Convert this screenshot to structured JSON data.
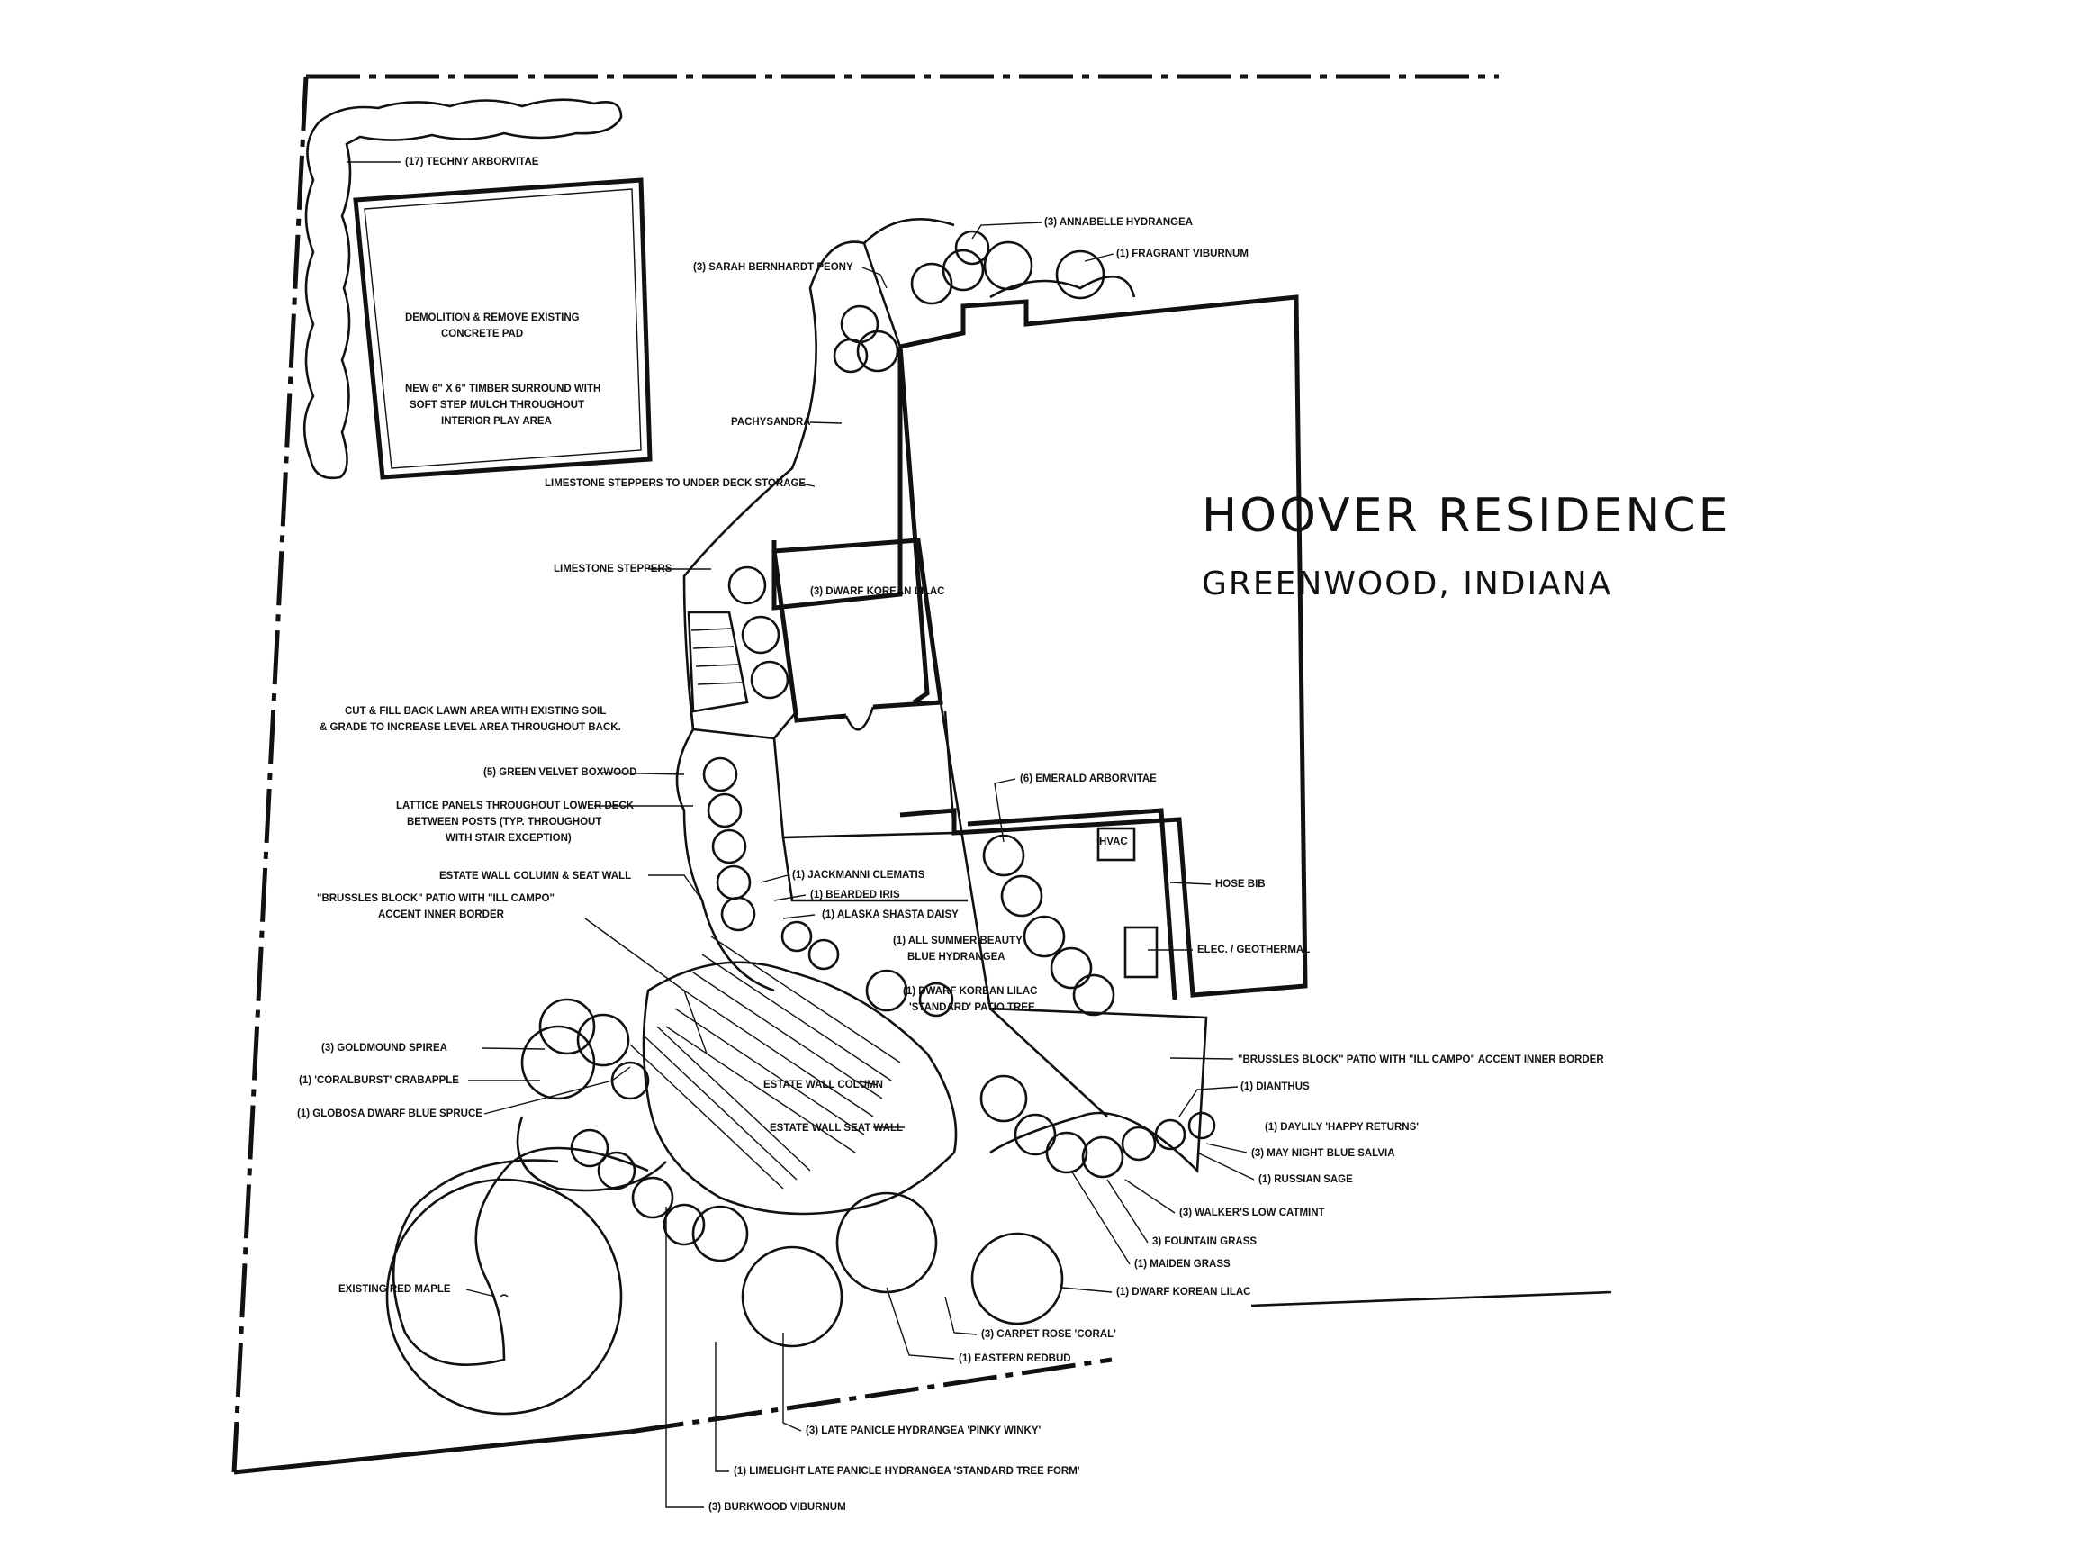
{
  "title": "HOOVER RESIDENCE",
  "subtitle": "GREENWOOD, INDIANA",
  "labels": {
    "techny": "(17) TECHNY ARBORVITAE",
    "demo1": "DEMOLITION & REMOVE EXISTING",
    "demo2": "CONCRETE PAD",
    "timber1": "NEW 6\" X 6\" TIMBER SURROUND WITH",
    "timber2": "SOFT STEP MULCH THROUGHOUT",
    "timber3": "INTERIOR PLAY AREA",
    "annabelle": "(3) ANNABELLE HYDRANGEA",
    "viburnum": "(1) FRAGRANT VIBURNUM",
    "peony": "(3) SARAH BERNHARDT PEONY",
    "pachysandra": "PACHYSANDRA",
    "steppers_deck": "LIMESTONE STEPPERS TO UNDER DECK STORAGE",
    "steppers": "LIMESTONE STEPPERS",
    "lilac_top": "(3) DWARF KOREAN LILAC",
    "cut1": "CUT & FILL BACK LAWN AREA WITH EXISTING SOIL",
    "cut2": "& GRADE TO INCREASE LEVEL AREA THROUGHOUT BACK.",
    "boxwood": "(5) GREEN VELVET BOXWOOD",
    "lattice1": "LATTICE PANELS THROUGHOUT LOWER DECK",
    "lattice2": "BETWEEN POSTS (TYP. THROUGHOUT",
    "lattice3": "WITH STAIR EXCEPTION)",
    "estate_col_seat": "ESTATE WALL COLUMN & SEAT WALL",
    "brussels1": "\"BRUSSLES BLOCK\" PATIO WITH \"ILL CAMPO\"",
    "brussels2": "ACCENT INNER BORDER",
    "clematis": "(1) JACKMANNI CLEMATIS",
    "iris": "(1) BEARDED IRIS",
    "daisy": "(1) ALASKA SHASTA DAISY",
    "allsummer1": "(1) ALL SUMMER BEAUTY",
    "allsummer2": "BLUE HYDRANGEA",
    "lilac_std1": "(1) DWARF KOREAN LILAC",
    "lilac_std2": "'STANDARD' PATIO TREE",
    "emerald": "(6) EMERALD ARBORVITAE",
    "hvac": "HVAC",
    "hosebib": "HOSE BIB",
    "elec": "ELEC. / GEOTHERMAL",
    "brussels_right": "\"BRUSSLES BLOCK\" PATIO WITH \"ILL CAMPO\" ACCENT INNER BORDER",
    "goldmound": "(3) GOLDMOUND SPIREA",
    "crabapple": "(1) 'CORALBURST' CRABAPPLE",
    "spruce": "(1) GLOBOSA DWARF BLUE SPRUCE",
    "estate_col": "ESTATE WALL COLUMN",
    "estate_seat": "ESTATE WALL SEAT WALL",
    "dianthus": "(1) DIANTHUS",
    "daylily": "(1) DAYLILY 'HAPPY RETURNS'",
    "salvia": "(3) MAY NIGHT BLUE SALVIA",
    "sage": "(1) RUSSIAN SAGE",
    "catmint": "(3) WALKER'S LOW CATMINT",
    "fountain": "3) FOUNTAIN GRASS",
    "maiden": "(1) MAIDEN GRASS",
    "lilac_bot": "(1) DWARF KOREAN LILAC",
    "maple": "EXISTING RED MAPLE",
    "carpet": "(3) CARPET ROSE 'CORAL'",
    "redbud": "(1) EASTERN REDBUD",
    "pinky": "(3) LATE PANICLE HYDRANGEA 'PINKY WINKY'",
    "limelight": "(1) LIMELIGHT LATE PANICLE HYDRANGEA 'STANDARD TREE FORM'",
    "burkwood": "(3) BURKWOOD VIBURNUM"
  }
}
